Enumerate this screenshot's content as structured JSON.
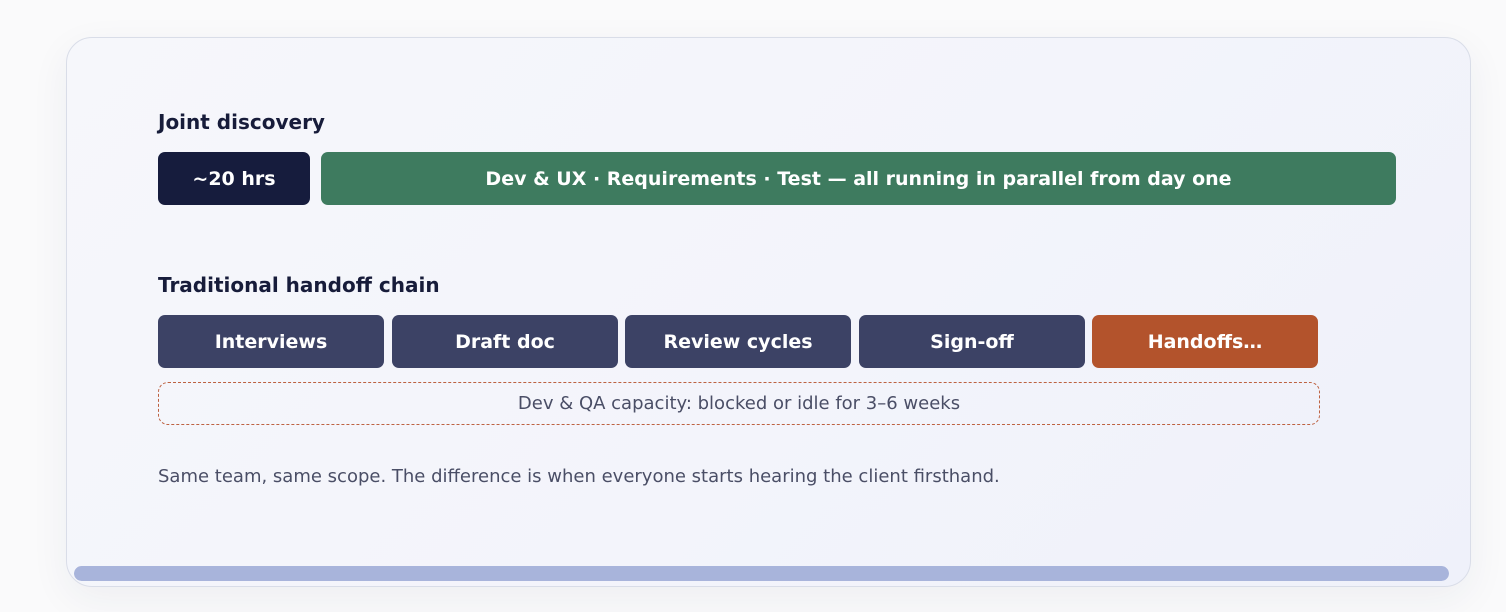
{
  "joint": {
    "title": "Joint discovery",
    "hours_label": "~20 hrs",
    "parallel_label": "Dev & UX · Requirements · Test — all running in parallel from day one"
  },
  "traditional": {
    "title": "Traditional handoff chain",
    "steps": [
      "Interviews",
      "Draft doc",
      "Review cycles",
      "Sign-off",
      "Handoffs…"
    ],
    "capacity_note": "Dev & QA capacity: blocked or idle for 3–6 weeks"
  },
  "footnote": "Same team, same scope. The difference is when everyone starts hearing the client firsthand.",
  "progress": {
    "fraction": 1.0
  },
  "colors": {
    "hours": "#161c3d",
    "parallel": "#3e7b5f",
    "step": "#3c4265",
    "handoff": "#b3532c",
    "progress": "#a8b4db"
  }
}
